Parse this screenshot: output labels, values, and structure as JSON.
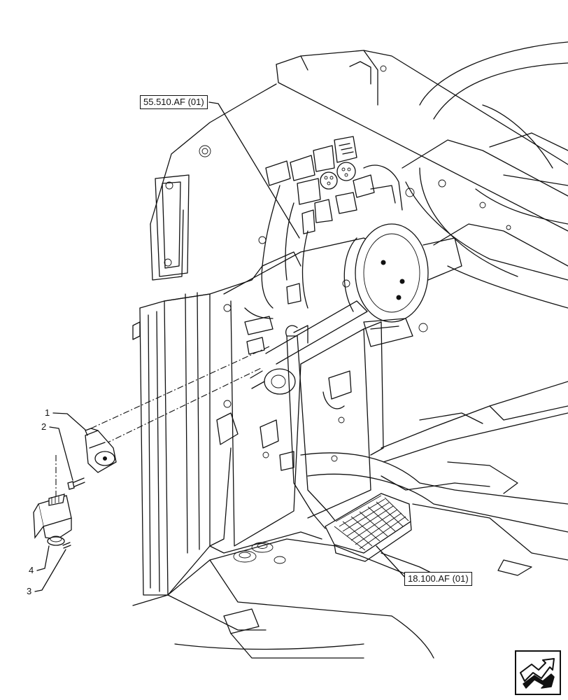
{
  "references": {
    "harness_ref": "55.510.AF (01)",
    "pedal_ref": "18.100.AF (01)"
  },
  "callouts": {
    "item_1": "1",
    "item_2": "2",
    "item_3": "3",
    "item_4": "4"
  },
  "icons": {
    "nav": "next-page-arrow-icon"
  },
  "colors": {
    "line": "#111111",
    "background": "#ffffff"
  }
}
